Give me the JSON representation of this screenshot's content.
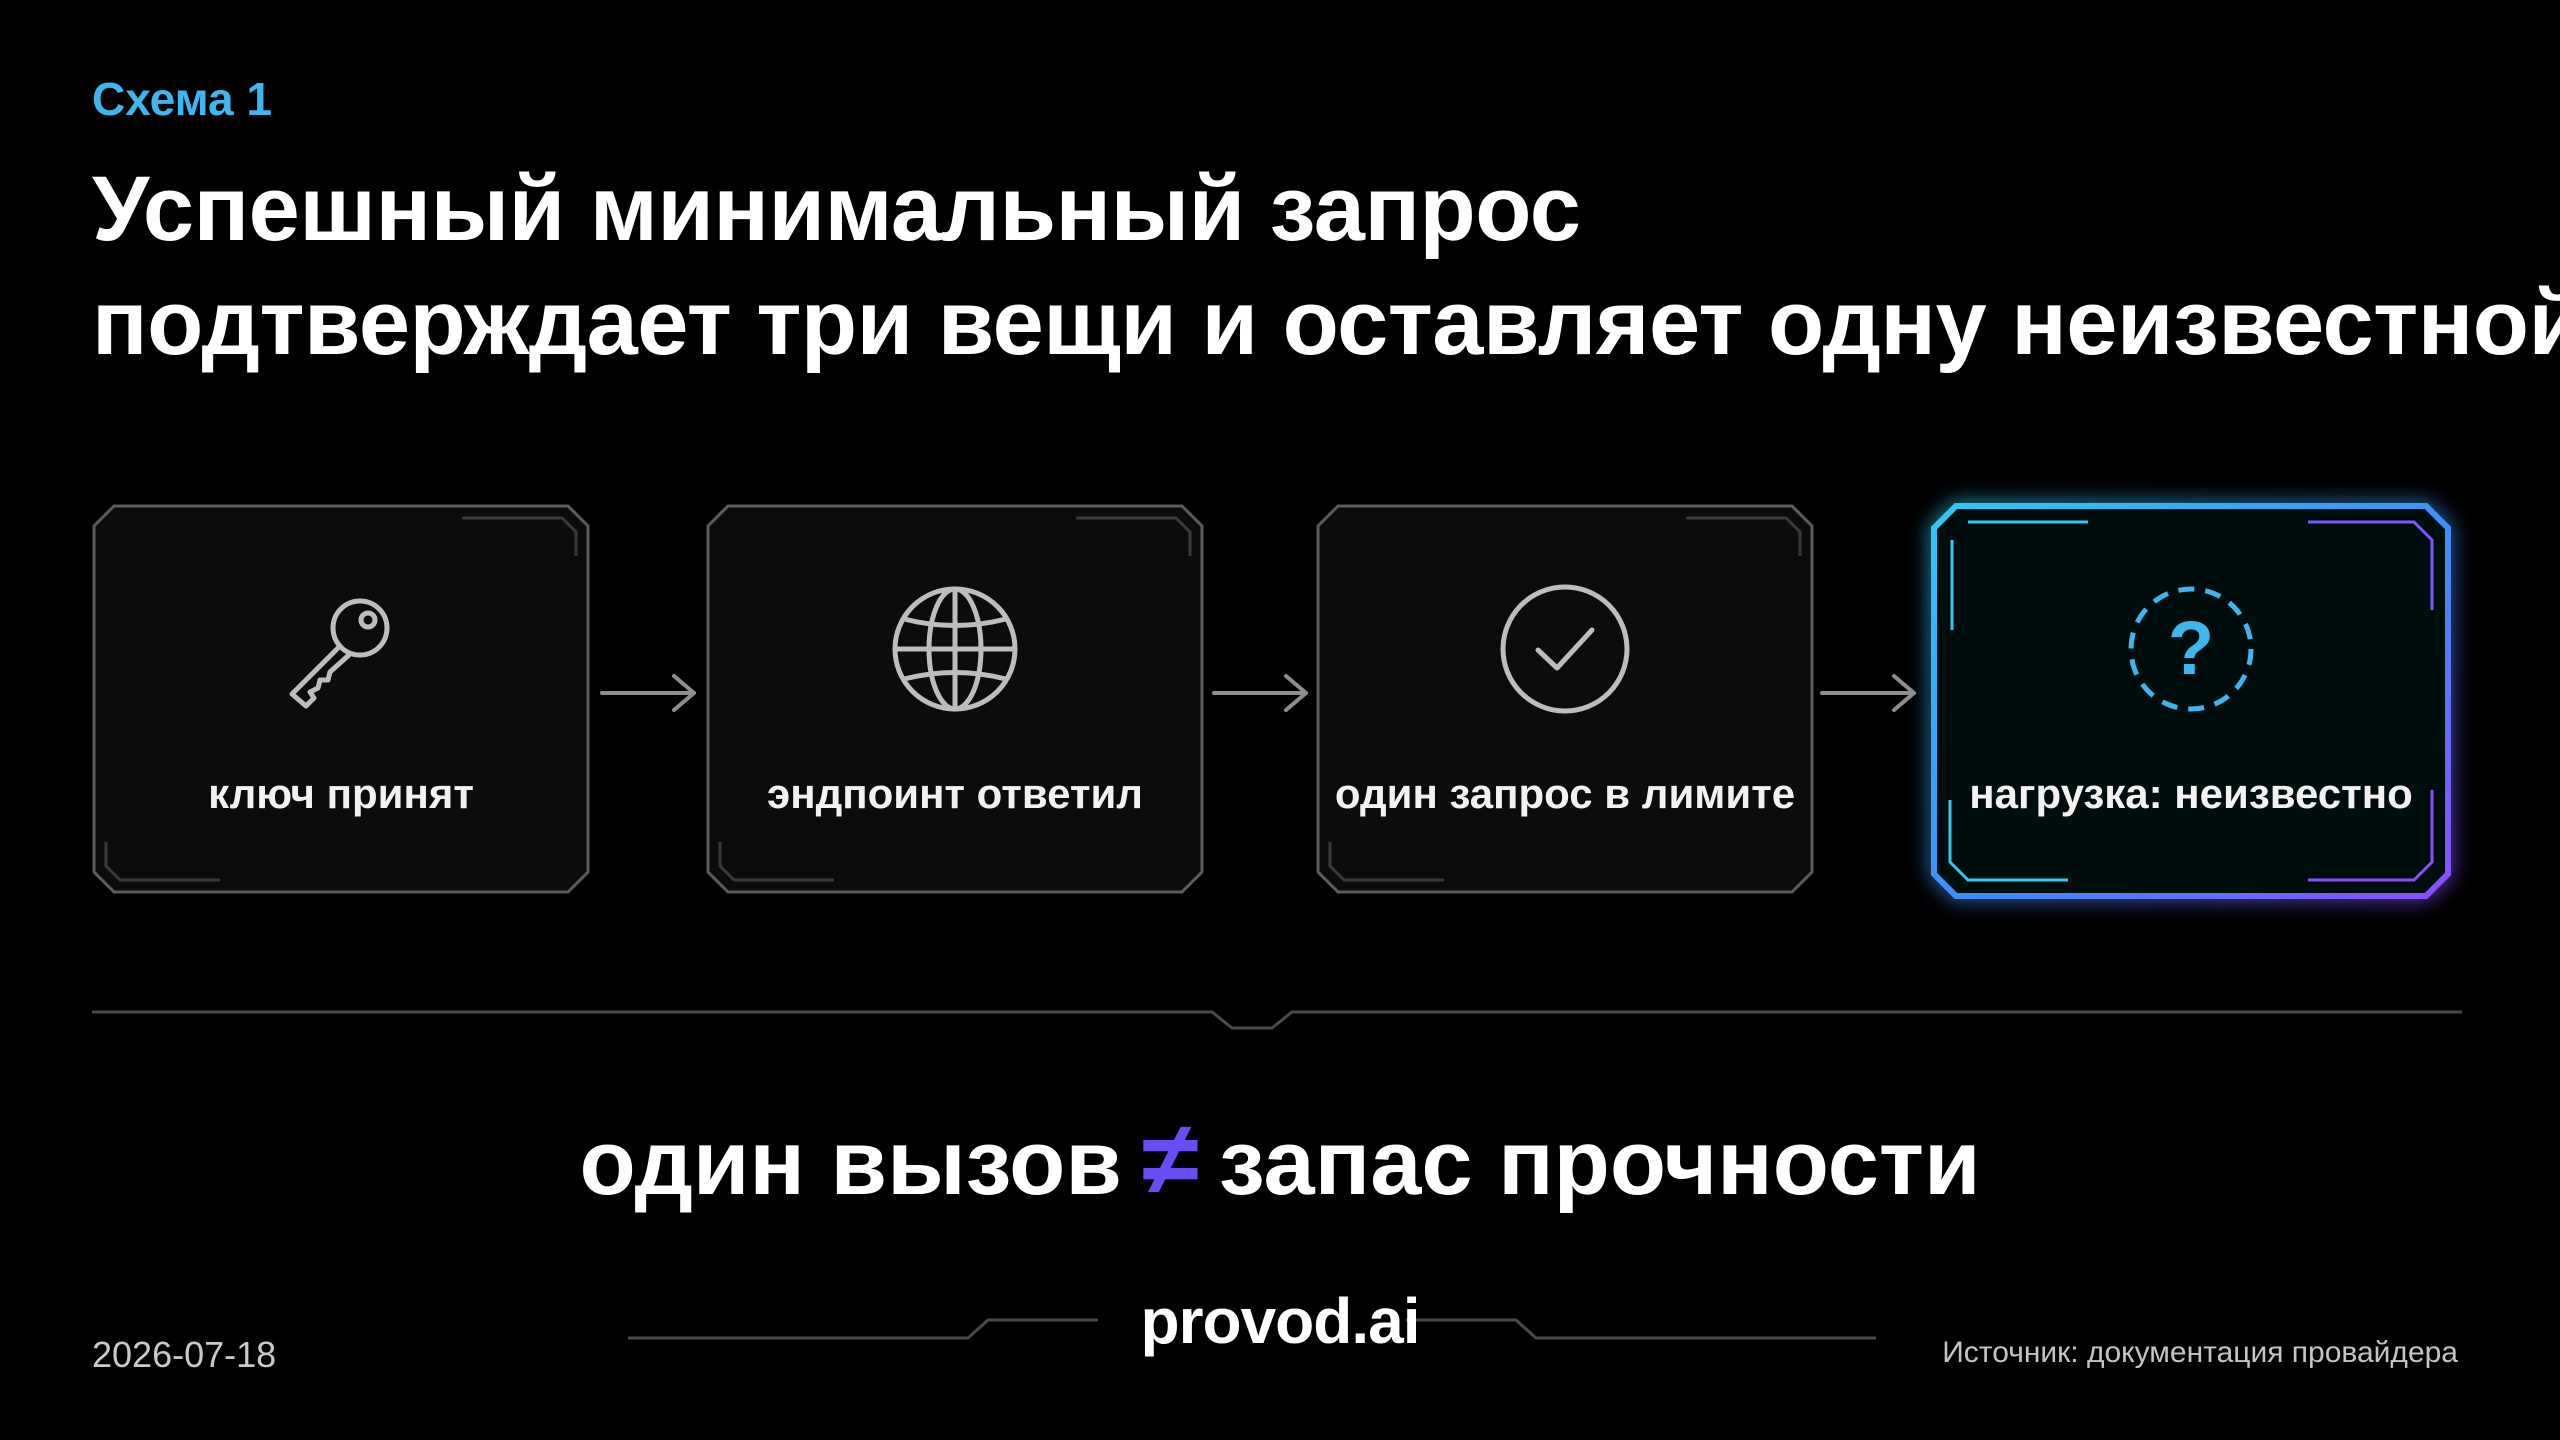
{
  "eyebrow": "Схема 1",
  "title": {
    "line1": "Успешный минимальный запрос",
    "line2": "подтверждает три вещи и оставляет одну неизвестной"
  },
  "steps": [
    {
      "label": "ключ принят",
      "icon": "key-icon",
      "state": "confirmed"
    },
    {
      "label": "эндпоинт ответил",
      "icon": "globe-icon",
      "state": "confirmed"
    },
    {
      "label": "один запрос в лимите",
      "icon": "check-circle-icon",
      "state": "confirmed"
    },
    {
      "label": "нагрузка: неизвестно",
      "icon": "question-circle-icon",
      "state": "unknown"
    }
  ],
  "formula": {
    "left": "один вызов",
    "operator": "≠",
    "right": "запас прочности"
  },
  "footer": {
    "date": "2026-07-18",
    "brand": "provod.ai",
    "source": "Источник: документация провайдера"
  },
  "colors": {
    "background": "#000000",
    "eyebrow": "#3fb6ee",
    "card_stroke": "#5a5a5a",
    "highlight_start": "#2fc8f5",
    "highlight_end": "#8a4dff",
    "operator": "#6a4cf5"
  }
}
